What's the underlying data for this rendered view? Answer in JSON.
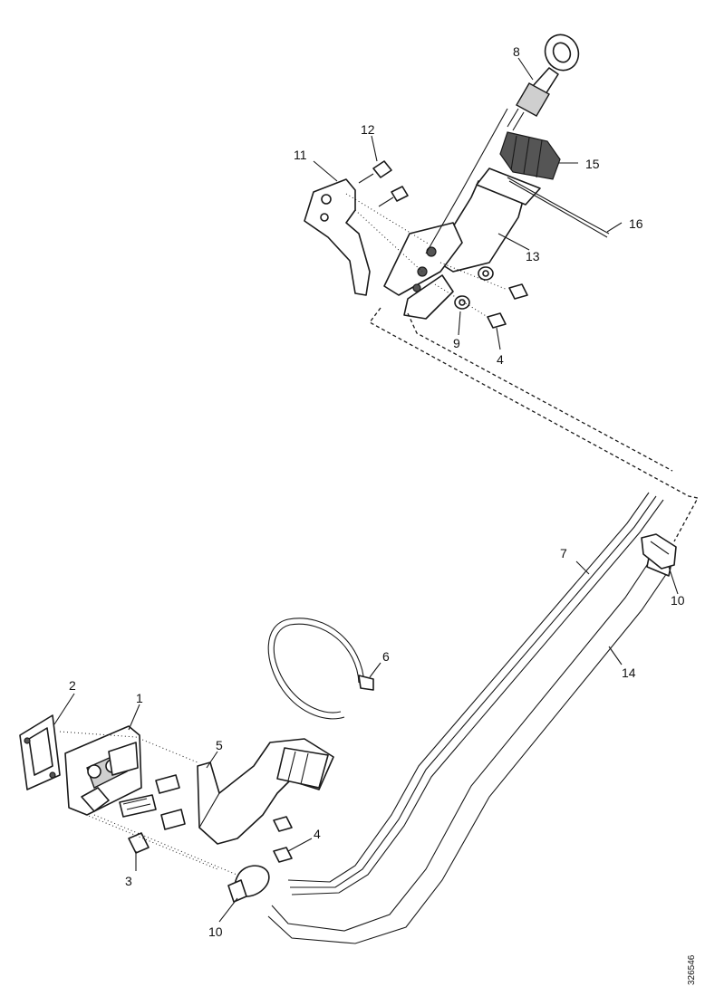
{
  "labels": {
    "l1": "1",
    "l2": "2",
    "l3": "3",
    "l4a": "4",
    "l4b": "4",
    "l5": "5",
    "l6": "6",
    "l7": "7",
    "l8": "8",
    "l9": "9",
    "l10a": "10",
    "l10b": "10",
    "l11": "11",
    "l12": "12",
    "l13": "13",
    "l14": "14",
    "l15": "15",
    "l16": "16"
  },
  "figure_code": "326546"
}
